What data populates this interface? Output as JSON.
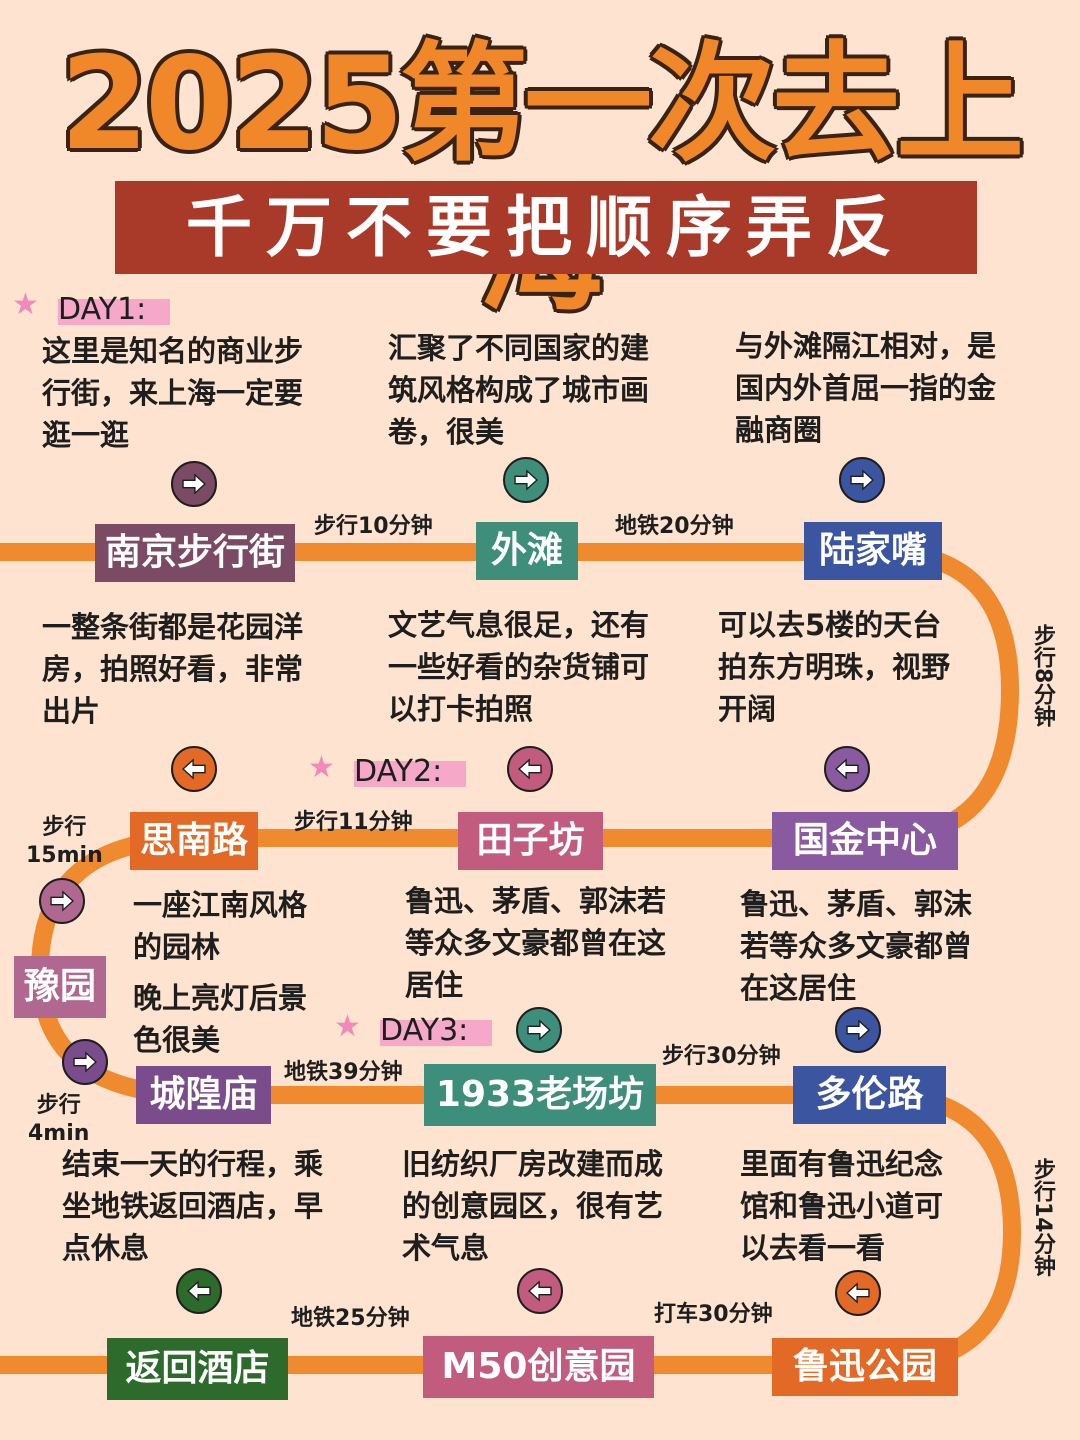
{
  "header": {
    "title": "2025第一次去上海",
    "subtitle": "千万不要把顺序弄反"
  },
  "days": [
    "DAY1:",
    "DAY2:",
    "DAY3:"
  ],
  "stations": [
    {
      "name": "南京步行街",
      "color": "#7b4a64"
    },
    {
      "name": "外滩",
      "color": "#3f8e7a"
    },
    {
      "name": "陆家嘴",
      "color": "#3b55a0"
    },
    {
      "name": "国金中心",
      "color": "#8a5aa0"
    },
    {
      "name": "田子坊",
      "color": "#c25c7e"
    },
    {
      "name": "思南路",
      "color": "#e26a26"
    },
    {
      "name": "豫园",
      "color": "#b06890"
    },
    {
      "name": "城隍庙",
      "color": "#7a4c8c"
    },
    {
      "name": "1933老场坊",
      "color": "#3d8f7b"
    },
    {
      "name": "多伦路",
      "color": "#3b55a0"
    },
    {
      "name": "鲁迅公园",
      "color": "#e26a26"
    },
    {
      "name": "M50创意园",
      "color": "#c25c7e"
    },
    {
      "name": "返回酒店",
      "color": "#2d6b2d"
    }
  ],
  "descriptions": [
    "这里是知名的商业步\n行街，来上海一定要\n逛一逛",
    "汇聚了不同国家的建\n筑风格构成了城市画\n卷，很美",
    "与外滩隔江相对，是\n国内外首屈一指的金\n融商圈",
    "一整条街都是花园洋\n房，拍照好看，非常\n出片",
    "文艺气息很足，还有\n一些好看的杂货铺可\n以打卡拍照",
    "可以去5楼的天台\n拍东方明珠，视野\n开阔",
    "一座江南风格\n的园林",
    "晚上亮灯后景\n色很美",
    "鲁迅、茅盾、郭沫若\n等众多文豪都曾在这\n居住",
    "鲁迅、茅盾、郭沫\n若等众多文豪都曾\n在这居住",
    "结束一天的行程，乘\n坐地铁返回酒店，早\n点休息",
    "旧纺织厂房改建而成\n的创意园区，很有艺\n术气息",
    "里面有鲁迅纪念\n馆和鲁迅小道可\n以去看一看"
  ],
  "transport": [
    "步行10分钟",
    "地铁20分钟",
    "步行8分钟",
    "步行11分钟",
    "步行\n15min",
    "步行\n4min",
    "地铁39分钟",
    "步行30分钟",
    "步行14分钟",
    "打车30分钟",
    "地铁25分钟"
  ],
  "colors": {
    "background": "#fde3d0",
    "route": "#ef8a2e",
    "title_fill": "#f0882a",
    "banner": "#a93a2a"
  },
  "arrow_icons": [
    {
      "dir": "right",
      "color": "#7b4a64"
    },
    {
      "dir": "right",
      "color": "#3f8e7a"
    },
    {
      "dir": "right",
      "color": "#3b55a0"
    },
    {
      "dir": "left",
      "color": "#e26a26"
    },
    {
      "dir": "left",
      "color": "#c25c7e"
    },
    {
      "dir": "left",
      "color": "#8a5aa0"
    },
    {
      "dir": "right",
      "color": "#b06890"
    },
    {
      "dir": "right",
      "color": "#7a4c8c"
    },
    {
      "dir": "right",
      "color": "#3d8f7b"
    },
    {
      "dir": "right",
      "color": "#3b55a0"
    },
    {
      "dir": "left",
      "color": "#2d6b2d"
    },
    {
      "dir": "left",
      "color": "#c25c7e"
    },
    {
      "dir": "left",
      "color": "#e26a26"
    }
  ]
}
